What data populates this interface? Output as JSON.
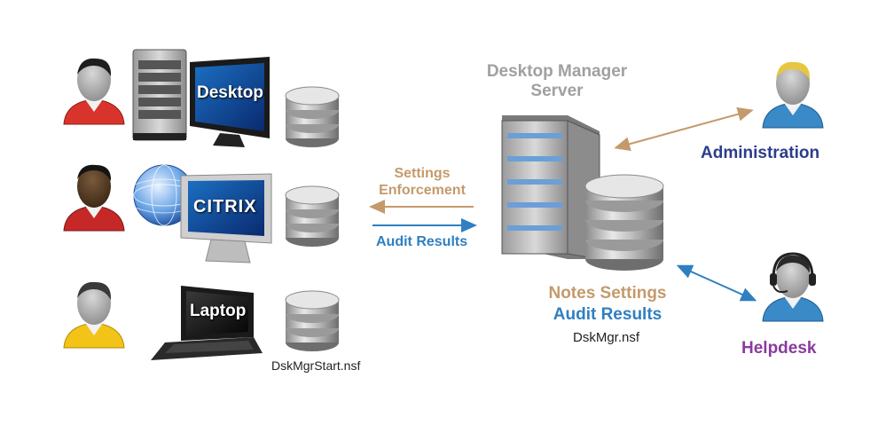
{
  "server": {
    "title_line1": "Desktop Manager",
    "title_line2": "Server"
  },
  "flows": {
    "settings_line1": "Settings",
    "settings_line2": "Enforcement",
    "audit": "Audit Results"
  },
  "server_db": {
    "notes_settings": "Notes Settings",
    "audit_results": "Audit Results",
    "file": "DskMgr.nsf"
  },
  "client_db": {
    "file": "DskMgrStart.nsf"
  },
  "clients": [
    {
      "screen_label": "Desktop",
      "person_color": "#d9342b"
    },
    {
      "screen_label": "CITRIX",
      "person_color": "#c62828"
    },
    {
      "screen_label": "Laptop",
      "person_color": "#f2c418"
    }
  ],
  "roles": {
    "administration": "Administration",
    "helpdesk": "Helpdesk"
  },
  "colors": {
    "gray": "#a0a0a0",
    "tan": "#c49a6c",
    "blue": "#2f7fc1",
    "navy": "#2c3c8c",
    "purple": "#8a3a9e",
    "admin_person": "#3a8ac8"
  }
}
